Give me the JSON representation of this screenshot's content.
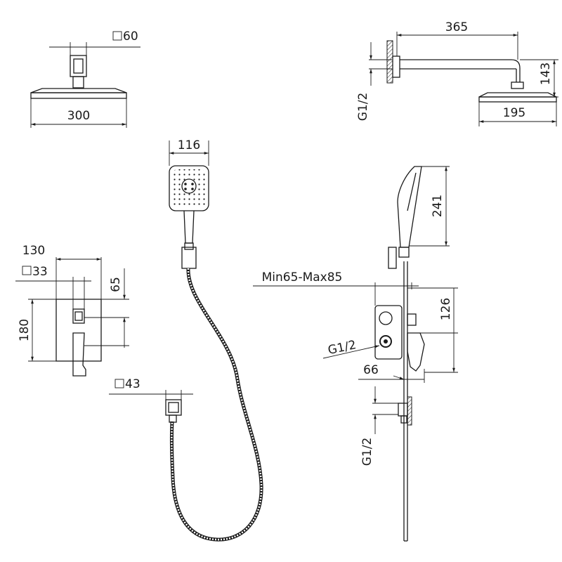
{
  "dimensions": {
    "overhead_square": "60",
    "overhead_width": "300",
    "arm_length": "365",
    "arm_drop": "143",
    "head_width": "195",
    "thread_top": "G1/2",
    "handheld_width": "116",
    "handheld_height": "241",
    "valve_width": "130",
    "valve_square": "33",
    "valve_offset": "65",
    "valve_height": "180",
    "wall_depth": "Min65-Max85",
    "valve_rise": "126",
    "thread_valve": "G1/2",
    "handle_depth": "66",
    "outlet_square": "43",
    "thread_outlet": "G1/2"
  },
  "colors": {
    "line": "#1a1a1a",
    "background": "#ffffff"
  }
}
